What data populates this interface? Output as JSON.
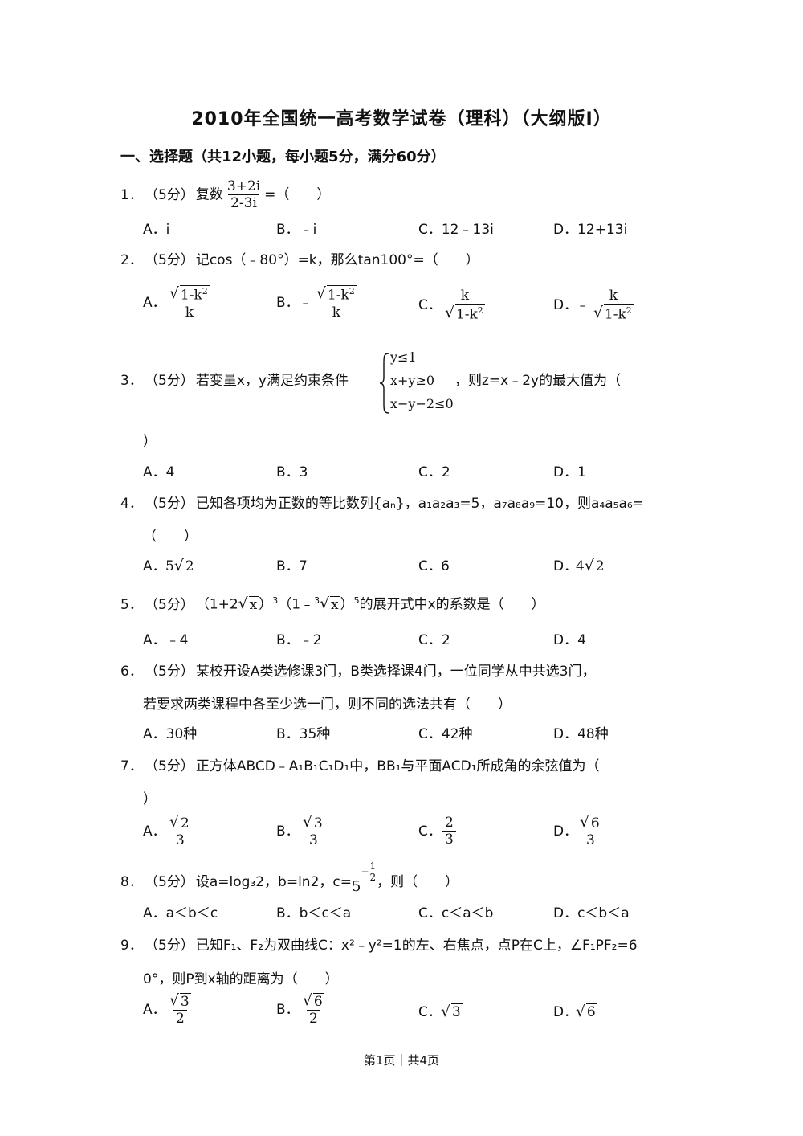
{
  "title": "2010年全国统一高考数学试卷（理科）（大纲版Ⅰ）",
  "section": "一、选择题（共12小题，每小题5分，满分60分）",
  "score_tag": "（5分）",
  "questions": [
    {
      "num": "1．",
      "stem_pre": "复数",
      "frac_n": "3+2i",
      "frac_d": "2-3i",
      "stem_post": "=（　　）",
      "options": [
        "A．i",
        "B．﹣i",
        "C．12﹣13i",
        "D．12+13i"
      ]
    },
    {
      "num": "2．",
      "stem": "记cos（﹣80°）=k，那么tan100°=（　　）",
      "opt_letters": [
        "A．",
        "B．",
        "C．",
        "D．"
      ],
      "neg": "﹣",
      "rad_arg": "1-k",
      "rad_sup": "2",
      "k": "k"
    },
    {
      "num": "3．",
      "stem_pre": "若变量x，y满足约束条件",
      "sys": [
        "y≤1",
        "x+y≥0",
        "x−y−2≤0"
      ],
      "stem_post": "，则z=x﹣2y的最大值为（",
      "cont": "）",
      "options": [
        "A．4",
        "B．3",
        "C．2",
        "D．1"
      ]
    },
    {
      "num": "4．",
      "stem": "已知各项均为正数的等比数列{aₙ}，a₁a₂a₃=5，a₇a₈a₉=10，则a₄a₅a₆=",
      "cont": "（　　）",
      "opt_letters": [
        "A．",
        "B．",
        "C．",
        "D．"
      ],
      "a_coef": "5",
      "a_rad": "2",
      "b": "7",
      "c": "6",
      "d_coef": "4",
      "d_rad": "2"
    },
    {
      "num": "5．",
      "s1": "（1+2",
      "s_rx": "x",
      "s2": "）",
      "s3": "3",
      "s4": "（1﹣",
      "s_idx": "3",
      "s5": "）",
      "s6": "5",
      "s7": "的展开式中x的系数是（　　）",
      "options": [
        "A．﹣4",
        "B．﹣2",
        "C．2",
        "D．4"
      ]
    },
    {
      "num": "6．",
      "stem": "某校开设A类选修课3门，B类选择课4门，一位同学从中共选3门，",
      "cont": "若要求两类课程中各至少选一门，则不同的选法共有（　　）",
      "options": [
        "A．30种",
        "B．35种",
        "C．42种",
        "D．48种"
      ]
    },
    {
      "num": "7．",
      "stem": "正方体ABCD﹣A₁B₁C₁D₁中，BB₁与平面ACD₁所成角的余弦值为（",
      "cont": "）",
      "opt_letters": [
        "A．",
        "B．",
        "C．",
        "D．"
      ],
      "a_rad": "2",
      "b_rad": "3",
      "c_n": "2",
      "d_rad": "6",
      "den": "3"
    },
    {
      "num": "8．",
      "stem_pre": "设a=log₃2，b=ln2，c=",
      "base": "5",
      "exp_neg": "−",
      "exp_n": "1",
      "exp_d": "2",
      "stem_post": "，则（　　）",
      "options": [
        "A．a＜b＜c",
        "B．b＜c＜a",
        "C．c＜a＜b",
        "D．c＜b＜a"
      ]
    },
    {
      "num": "9．",
      "stem": "已知F₁、F₂为双曲线C：x²﹣y²=1的左、右焦点，点P在C上，∠F₁PF₂=6",
      "cont": "0°，则P到x轴的距离为（　　）",
      "opt_letters": [
        "A．",
        "B．",
        "C．",
        "D．"
      ],
      "a_rad": "3",
      "b_rad": "6",
      "den": "2",
      "c_rad": "3",
      "d_rad": "6"
    }
  ],
  "footer": "第1页｜共4页"
}
